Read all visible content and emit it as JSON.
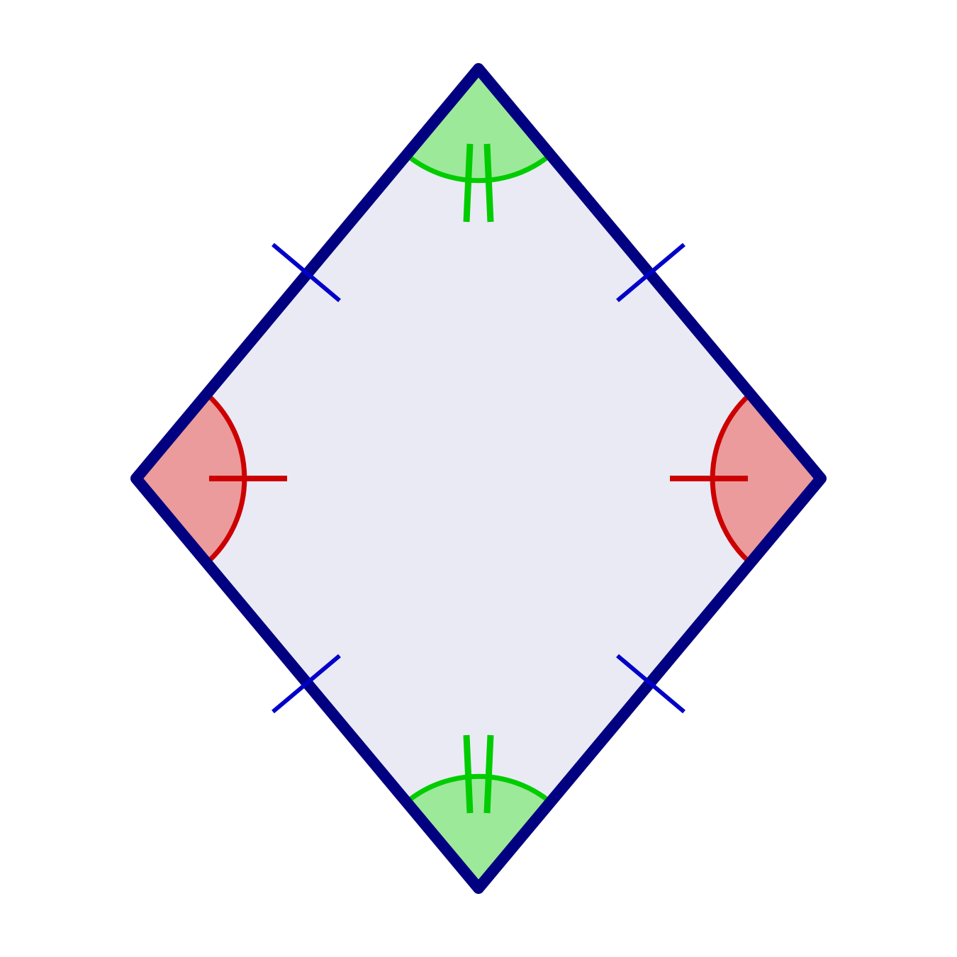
{
  "diagram": {
    "shape": "rhombus",
    "colors": {
      "background": "#ffffff",
      "fill": "#eaeaf5",
      "outline": "#000080",
      "side_tick": "#0000c8",
      "obtuse_angle_fill": "#9ce99a",
      "obtuse_angle_stroke": "#00cc00",
      "acute_angle_fill": "#eb9b9b",
      "acute_angle_stroke": "#cc0000"
    },
    "markings": {
      "equal_sides": 4,
      "ticks_per_side": 1,
      "acute_angles": {
        "count": 2,
        "tick_marks": 1
      },
      "obtuse_angles": {
        "count": 2,
        "tick_marks": 2
      }
    }
  }
}
